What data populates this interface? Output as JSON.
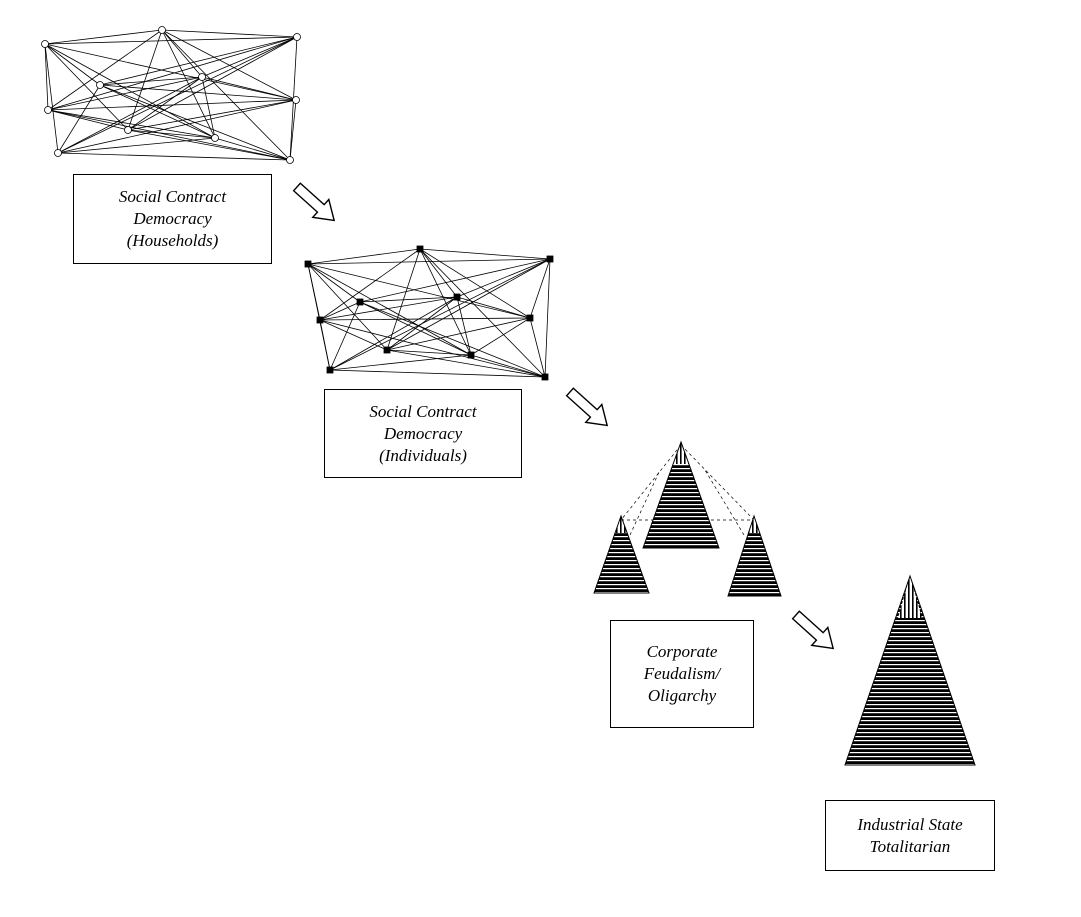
{
  "stages": [
    {
      "id": "households",
      "lines": [
        "Social Contract",
        "Democracy",
        "(Households)"
      ]
    },
    {
      "id": "individuals",
      "lines": [
        "Social Contract",
        "Democracy",
        "(Individuals)"
      ]
    },
    {
      "id": "oligarchy",
      "lines": [
        "Corporate",
        "Feudalism/",
        "Oligarchy"
      ]
    },
    {
      "id": "totalitarian",
      "lines": [
        "Industrial State",
        "Totalitarian"
      ]
    }
  ],
  "colors": {
    "ink": "#000000",
    "background": "#ffffff"
  },
  "icons": [
    "network-graph",
    "pyramid-hierarchy",
    "hollow-arrow"
  ]
}
